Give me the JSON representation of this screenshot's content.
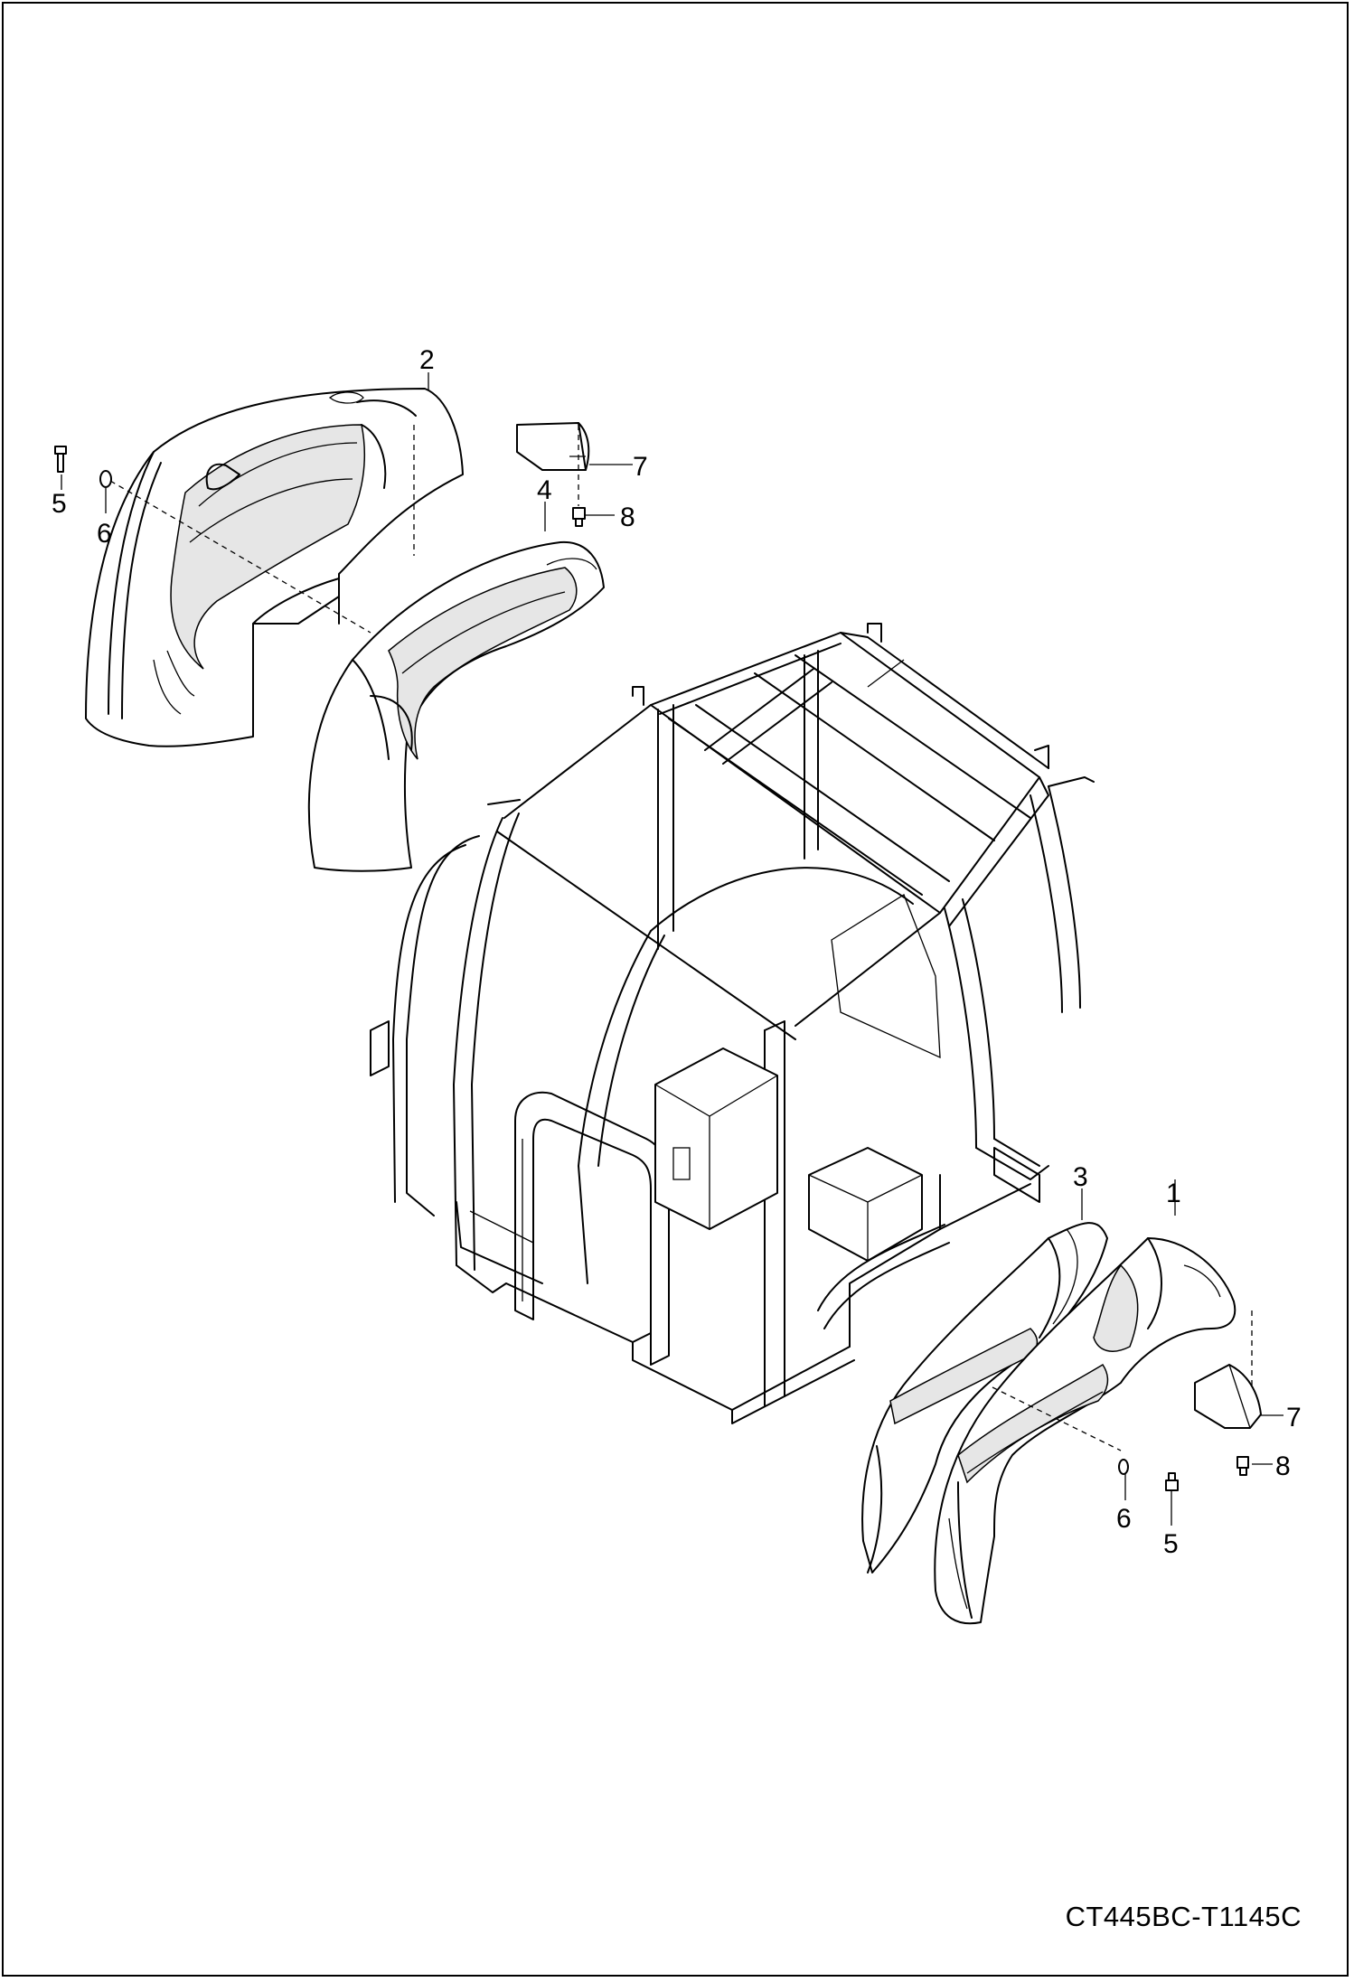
{
  "drawing_code": "CT445BC-T1145C",
  "callouts": {
    "c2": "2",
    "c4": "4",
    "c7_top": "7",
    "c8_top": "8",
    "c5_top": "5",
    "c6_top": "6",
    "c3": "3",
    "c1": "1",
    "c7_bottom": "7",
    "c8_bottom": "8",
    "c6_bottom": "6",
    "c5_bottom": "5"
  }
}
